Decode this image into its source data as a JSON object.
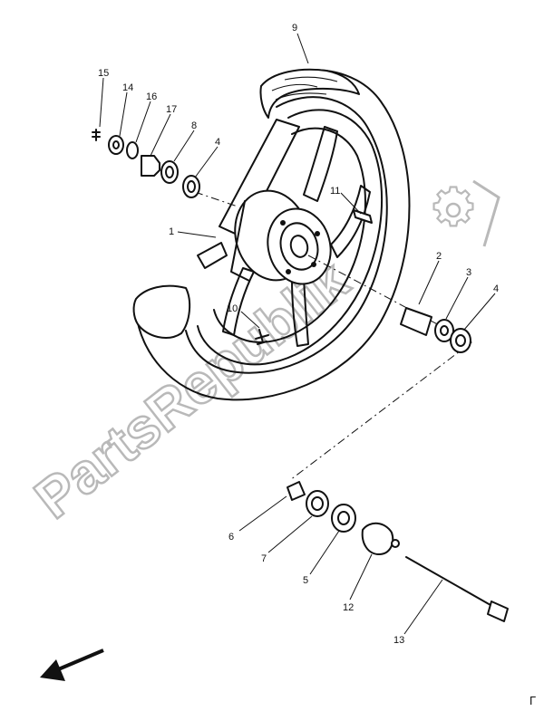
{
  "watermark": {
    "text": "PartsRepublik",
    "logo_icon": "gear-icon",
    "color": "#b9b9b9"
  },
  "callouts": [
    {
      "id": "c9",
      "label": "9"
    },
    {
      "id": "c15",
      "label": "15"
    },
    {
      "id": "c14",
      "label": "14"
    },
    {
      "id": "c16",
      "label": "16"
    },
    {
      "id": "c17",
      "label": "17"
    },
    {
      "id": "c8",
      "label": "8"
    },
    {
      "id": "c4a",
      "label": "4"
    },
    {
      "id": "c11",
      "label": "11"
    },
    {
      "id": "c1",
      "label": "1"
    },
    {
      "id": "c2",
      "label": "2"
    },
    {
      "id": "c3",
      "label": "3"
    },
    {
      "id": "c4b",
      "label": "4"
    },
    {
      "id": "c10",
      "label": "10"
    },
    {
      "id": "c6",
      "label": "6"
    },
    {
      "id": "c7",
      "label": "7"
    },
    {
      "id": "c5",
      "label": "5"
    },
    {
      "id": "c12",
      "label": "12"
    },
    {
      "id": "c13",
      "label": "13"
    }
  ],
  "front_arrow_icon": "arrow-down-left-icon",
  "corner_mark": "Γ",
  "ink_color": "#111111"
}
